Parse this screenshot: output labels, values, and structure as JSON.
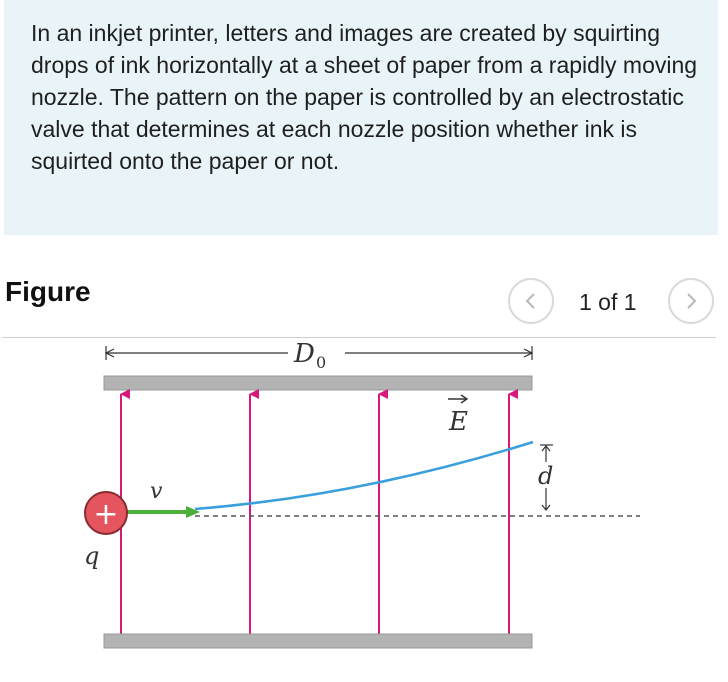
{
  "problem": {
    "text": "In an inkjet printer, letters and images are created by squirting drops of ink horizontally at a sheet of paper from a rapidly moving nozzle. The pattern on the paper is controlled by an electrostatic valve that determines at each nozzle position whether ink is squirted onto the paper or not."
  },
  "figure": {
    "title": "Figure",
    "page_indicator": "1 of 1",
    "prev_icon": "chevron-left-icon",
    "next_icon": "chevron-right-icon"
  },
  "diagram": {
    "length_label": "D",
    "length_subscript": "0",
    "field_label": "E",
    "deflection_label": "d",
    "velocity_label": "v",
    "charge_label": "q",
    "charge_sign": "+",
    "colors": {
      "plate": "#b3b3b3",
      "field_lines": "#d6197a",
      "trajectory": "#3aa0dc",
      "velocity_arrow": "#4caf3c",
      "charge_fill": "#e5555f",
      "charge_outline": "#8a2b30",
      "dimension_lines": "#333333",
      "dashed_line": "#555555"
    }
  }
}
